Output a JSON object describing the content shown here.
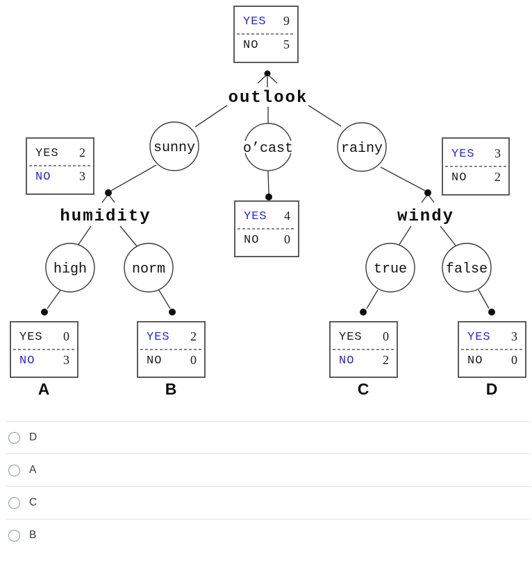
{
  "colors": {
    "highlight_blue": "#2626df",
    "line": "#3a3a3a",
    "option_text": "#2d3b45",
    "divider": "#dfe2e5",
    "radio_border": "#8b969e"
  },
  "tree": {
    "node_labels": {
      "root": "outlook",
      "left": "humidity",
      "right": "windy"
    },
    "branch_labels": {
      "sunny": "sunny",
      "ocast": "o’cast",
      "rainy": "rainy",
      "high": "high",
      "norm": "norm",
      "true": "true",
      "false": "false"
    },
    "boxes": {
      "root": {
        "yes_label": "YES",
        "yes_value": "9",
        "no_label": "NO",
        "no_value": "5",
        "majority": "YES"
      },
      "sunny": {
        "yes_label": "YES",
        "yes_value": "2",
        "no_label": "NO",
        "no_value": "3",
        "majority": "NO"
      },
      "ocast": {
        "yes_label": "YES",
        "yes_value": "4",
        "no_label": "NO",
        "no_value": "0",
        "majority": "YES"
      },
      "rainy": {
        "yes_label": "YES",
        "yes_value": "3",
        "no_label": "NO",
        "no_value": "2",
        "majority": "YES"
      },
      "A": {
        "yes_label": "YES",
        "yes_value": "0",
        "no_label": "NO",
        "no_value": "3",
        "majority": "NO"
      },
      "B": {
        "yes_label": "YES",
        "yes_value": "2",
        "no_label": "NO",
        "no_value": "0",
        "majority": "YES"
      },
      "C": {
        "yes_label": "YES",
        "yes_value": "0",
        "no_label": "NO",
        "no_value": "2",
        "majority": "NO"
      },
      "D": {
        "yes_label": "YES",
        "yes_value": "3",
        "no_label": "NO",
        "no_value": "0",
        "majority": "YES"
      }
    },
    "leaf_labels": {
      "A": "A",
      "B": "B",
      "C": "C",
      "D": "D"
    }
  },
  "options": [
    "D",
    "A",
    "C",
    "B"
  ]
}
